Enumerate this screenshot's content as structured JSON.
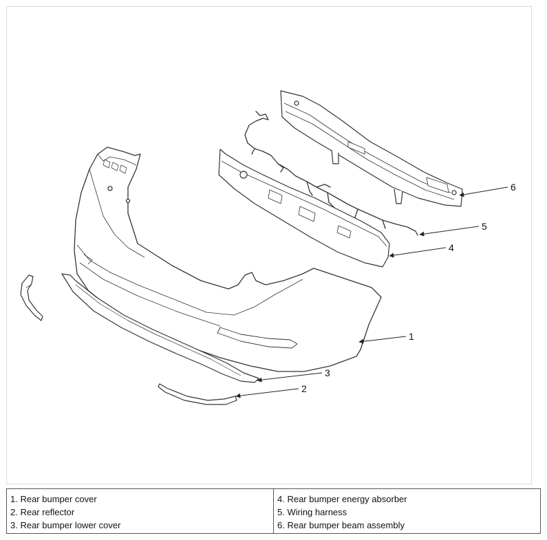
{
  "diagram": {
    "callouts": [
      "1",
      "2",
      "3",
      "4",
      "5",
      "6"
    ]
  },
  "legend": {
    "left": [
      "1. Rear bumper cover",
      "2. Rear reflector",
      "3. Rear bumper lower cover"
    ],
    "right": [
      "4. Rear bumper energy absorber",
      "5. Wiring harness",
      "6. Rear bumper beam assembly"
    ]
  },
  "colors": {
    "line": "#333333",
    "frame": "#d9d9d9",
    "legend_border": "#555555"
  }
}
